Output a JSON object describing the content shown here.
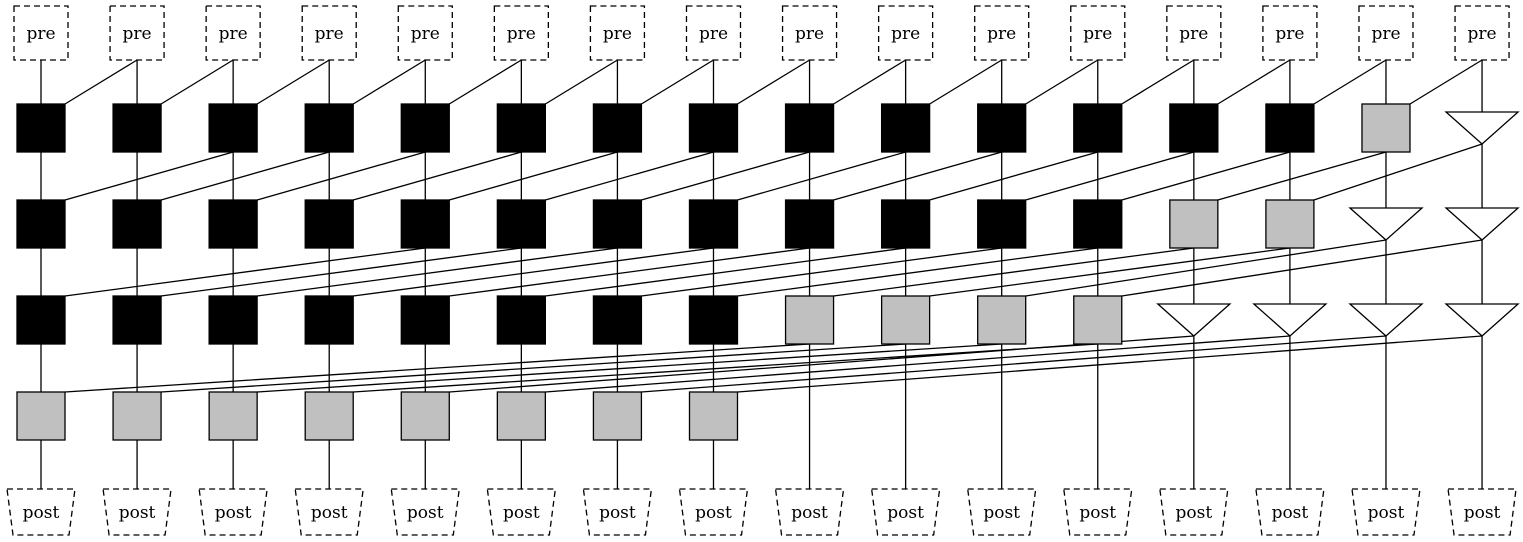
{
  "labels": {
    "pre": "pre",
    "post": "post"
  },
  "columns": 16,
  "colors": {
    "black_cell": "#000000",
    "gray_cell": "#c0c0c0",
    "line": "#000000",
    "triangle_fill": "#ffffff"
  },
  "rows": [
    {
      "shift": 1,
      "cells": [
        "B",
        "B",
        "B",
        "B",
        "B",
        "B",
        "B",
        "B",
        "B",
        "B",
        "B",
        "B",
        "B",
        "B",
        "G",
        "T"
      ]
    },
    {
      "shift": 2,
      "cells": [
        "B",
        "B",
        "B",
        "B",
        "B",
        "B",
        "B",
        "B",
        "B",
        "B",
        "B",
        "B",
        "G",
        "G",
        "T",
        "T"
      ]
    },
    {
      "shift": 4,
      "cells": [
        "B",
        "B",
        "B",
        "B",
        "B",
        "B",
        "B",
        "B",
        "G",
        "G",
        "G",
        "G",
        "T",
        "T",
        "T",
        "T"
      ]
    },
    {
      "shift": 8,
      "cells": [
        "G",
        "G",
        "G",
        "G",
        "G",
        "G",
        "G",
        "G",
        "N",
        "N",
        "N",
        "N",
        "N",
        "N",
        "N",
        "N"
      ]
    }
  ]
}
